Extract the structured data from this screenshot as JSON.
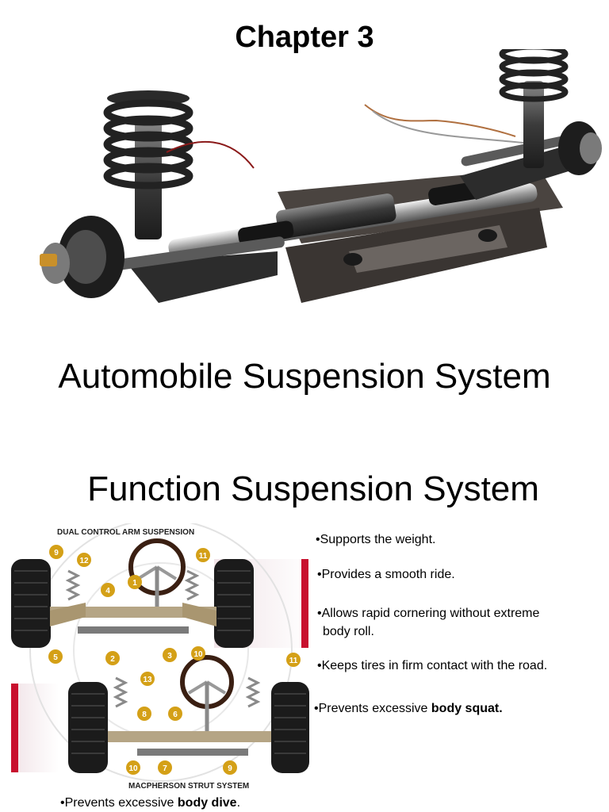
{
  "header": {
    "chapter": "Chapter  3"
  },
  "titles": {
    "main": "Automobile Suspension System",
    "function": "Function Suspension System"
  },
  "diagram": {
    "top_label": "DUAL CONTROL ARM SUSPENSION",
    "bottom_label": "MACPHERSON STRUT SYSTEM",
    "top_callouts": [
      "9",
      "12",
      "4",
      "1",
      "11",
      "5",
      "2",
      "3",
      "10"
    ],
    "bottom_callouts": [
      "13",
      "8",
      "6",
      "11",
      "10",
      "7",
      "9"
    ]
  },
  "bullets": [
    {
      "text": "•Supports the weight."
    },
    {
      "text": "•Provides a smooth ride."
    },
    {
      "text": "•Allows rapid cornering without extreme"
    },
    {
      "text": "body roll."
    },
    {
      "text": "•Keeps tires in firm contact with the road."
    },
    {
      "text": "•Prevents excessive ",
      "bold": "body squat."
    },
    {
      "text": "•Prevents excessive ",
      "bold": "body dive",
      "tail": "."
    }
  ],
  "colors": {
    "accent": "#c8102e",
    "callout": "#d4a017"
  }
}
